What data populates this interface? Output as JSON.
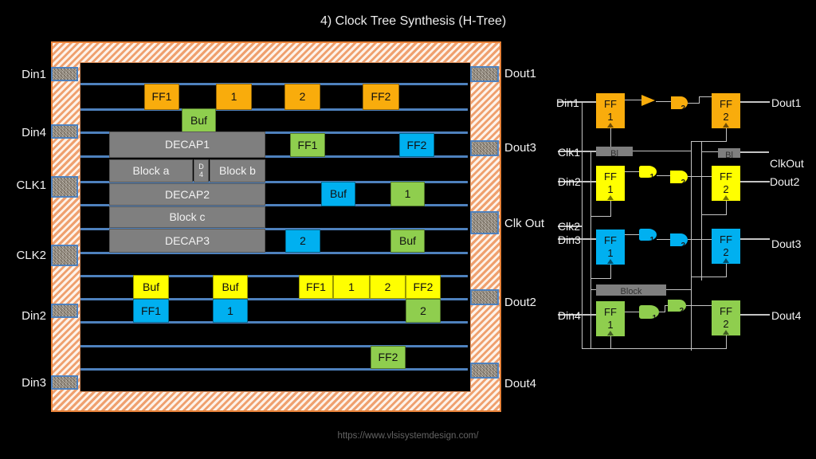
{
  "title": "4) Clock Tree Synthesis (H-Tree)",
  "footer_url": "https://www.vlsisystemdesign.com/",
  "colors": {
    "orange": "#F9AC0C",
    "green": "#8FCE4E",
    "blue": "#00B0F0",
    "yellow": "#FFFF00",
    "gray": "#7F7F7F",
    "rail_blue": "#4E81BD",
    "wire_gray": "#C4C4C4",
    "hatch_orange": "#EFA06E",
    "chip_border": "#E8833A"
  },
  "floorplan": {
    "pins_left": [
      "Din1",
      "Din4",
      "CLK1",
      "CLK2",
      "Din2",
      "Din3"
    ],
    "pins_right": [
      "Dout1",
      "Dout3",
      "Clk Out",
      "Dout2",
      "Dout4"
    ],
    "blocks": [
      {
        "label": "FF1",
        "color": "orange"
      },
      {
        "label": "1",
        "color": "orange"
      },
      {
        "label": "2",
        "color": "orange"
      },
      {
        "label": "FF2",
        "color": "orange"
      },
      {
        "label": "Buf",
        "color": "green"
      },
      {
        "label": "DECAP1",
        "color": "gray"
      },
      {
        "label": "FF1",
        "color": "green"
      },
      {
        "label": "FF2",
        "color": "blue"
      },
      {
        "label": "Block a",
        "color": "gray"
      },
      {
        "label": "D\n4",
        "color": "gray"
      },
      {
        "label": "Block b",
        "color": "gray"
      },
      {
        "label": "DECAP2",
        "color": "gray"
      },
      {
        "label": "Buf",
        "color": "blue"
      },
      {
        "label": "1",
        "color": "green"
      },
      {
        "label": "Block c",
        "color": "gray"
      },
      {
        "label": "DECAP3",
        "color": "gray"
      },
      {
        "label": "2",
        "color": "blue"
      },
      {
        "label": "Buf",
        "color": "green"
      },
      {
        "label": "Buf",
        "color": "yellow"
      },
      {
        "label": "Buf",
        "color": "yellow"
      },
      {
        "label": "FF1",
        "color": "yellow"
      },
      {
        "label": "1",
        "color": "yellow"
      },
      {
        "label": "2",
        "color": "yellow"
      },
      {
        "label": "FF2",
        "color": "yellow"
      },
      {
        "label": "FF1",
        "color": "blue"
      },
      {
        "label": "1",
        "color": "blue"
      },
      {
        "label": "2",
        "color": "green"
      },
      {
        "label": "FF2",
        "color": "green"
      }
    ]
  },
  "schematic": {
    "left_labels": [
      "Din1",
      "Clk1",
      "Din2",
      "Clk2",
      "Din3",
      "Din4"
    ],
    "right_labels": [
      "Dout1",
      "ClkOut",
      "Dout2",
      "Dout3",
      "Dout4"
    ],
    "ffs": [
      {
        "label": "FF\n1",
        "color": "orange"
      },
      {
        "label": "FF\n2",
        "color": "orange"
      },
      {
        "label": "FF\n1",
        "color": "yellow"
      },
      {
        "label": "FF\n2",
        "color": "yellow"
      },
      {
        "label": "FF\n1",
        "color": "blue"
      },
      {
        "label": "FF\n2",
        "color": "blue"
      },
      {
        "label": "FF\n1",
        "color": "green"
      },
      {
        "label": "FF\n2",
        "color": "green"
      }
    ],
    "bars": [
      {
        "label": "Bl"
      },
      {
        "label": "Bl"
      },
      {
        "label": "Block"
      }
    ],
    "gate_digits": [
      "2",
      "1",
      "2",
      "1",
      "2",
      "1",
      "2"
    ]
  }
}
